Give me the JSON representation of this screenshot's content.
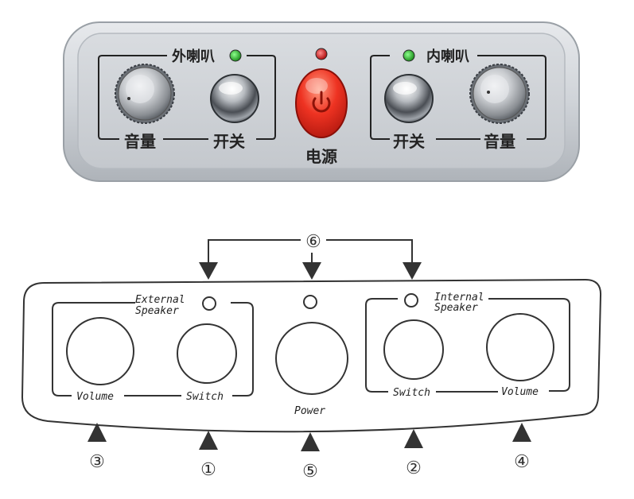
{
  "photo_panel": {
    "external_speaker_cn": "外喇叭",
    "internal_speaker_cn": "内喇叭",
    "volume_cn_left": "音量",
    "switch_cn_left": "开关",
    "power_cn": "电源",
    "switch_cn_right": "开关",
    "volume_cn_right": "音量"
  },
  "diagram": {
    "external_speaker_line1": "External",
    "external_speaker_line2": "Speaker",
    "internal_speaker_line1": "Internal",
    "internal_speaker_line2": "Speaker",
    "volume_left": "Volume",
    "switch_left": "Switch",
    "power": "Power",
    "switch_right": "Switch",
    "volume_right": "Volume",
    "callouts": {
      "c1": "①",
      "c2": "②",
      "c3": "③",
      "c4": "④",
      "c5": "⑤",
      "c6": "⑥"
    }
  },
  "colors": {
    "led_green": "#2db52d",
    "led_red": "#d81e1e",
    "power_button": "#ee3322",
    "panel_silver": "#c9cdd2"
  }
}
